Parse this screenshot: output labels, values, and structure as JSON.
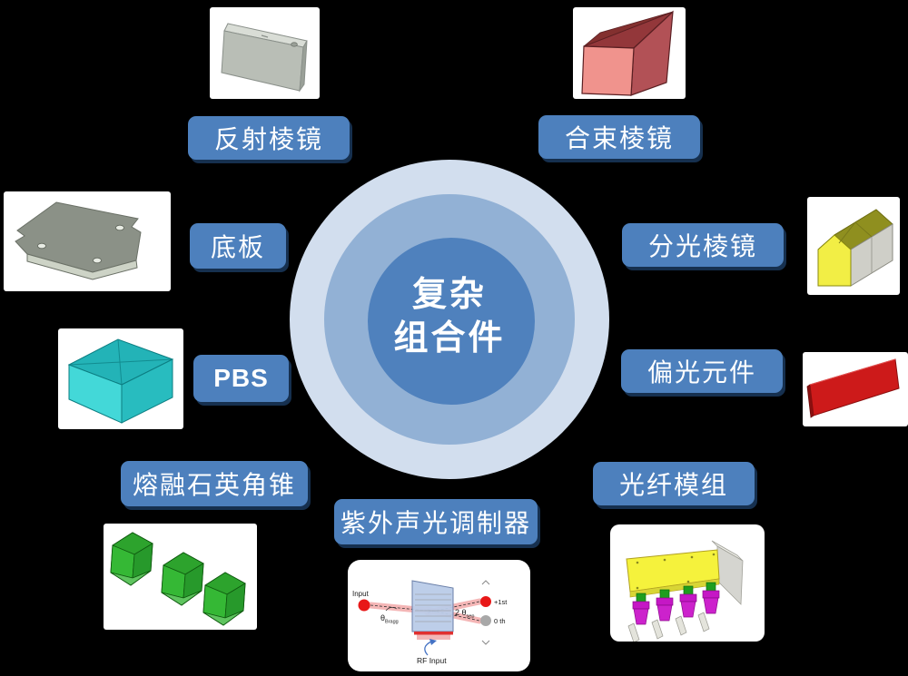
{
  "diagram_title": "复杂组合件",
  "center": {
    "line1": "复杂",
    "line2": "组合件"
  },
  "labels": {
    "reflective_prism": "反射棱镜",
    "beam_combiner": "合束棱镜",
    "base_plate": "底板",
    "beam_splitter": "分光棱镜",
    "pbs": "PBS",
    "polarizer": "偏光元件",
    "fused_silica_corner_cube": "熔融石英角锥",
    "fiber_module": "光纤模组",
    "uv_aom": "紫外声光调制器"
  },
  "aom": {
    "input": "Input",
    "first_order": "+1st",
    "zero_order": "0 th",
    "theta": "θ",
    "bragg_sub": "Bragg",
    "sep_prefix": "2 θ",
    "sep_sub": "sep",
    "rf": "RF Input"
  },
  "colors": {
    "background": "#000000",
    "label_blue": "#4d80bd",
    "label_shadow": "#16304f",
    "circle_outer": "#d2deee",
    "circle_middle": "#92b1d5",
    "circle_inner": "#4f81bd",
    "text_white": "#ffffff"
  }
}
